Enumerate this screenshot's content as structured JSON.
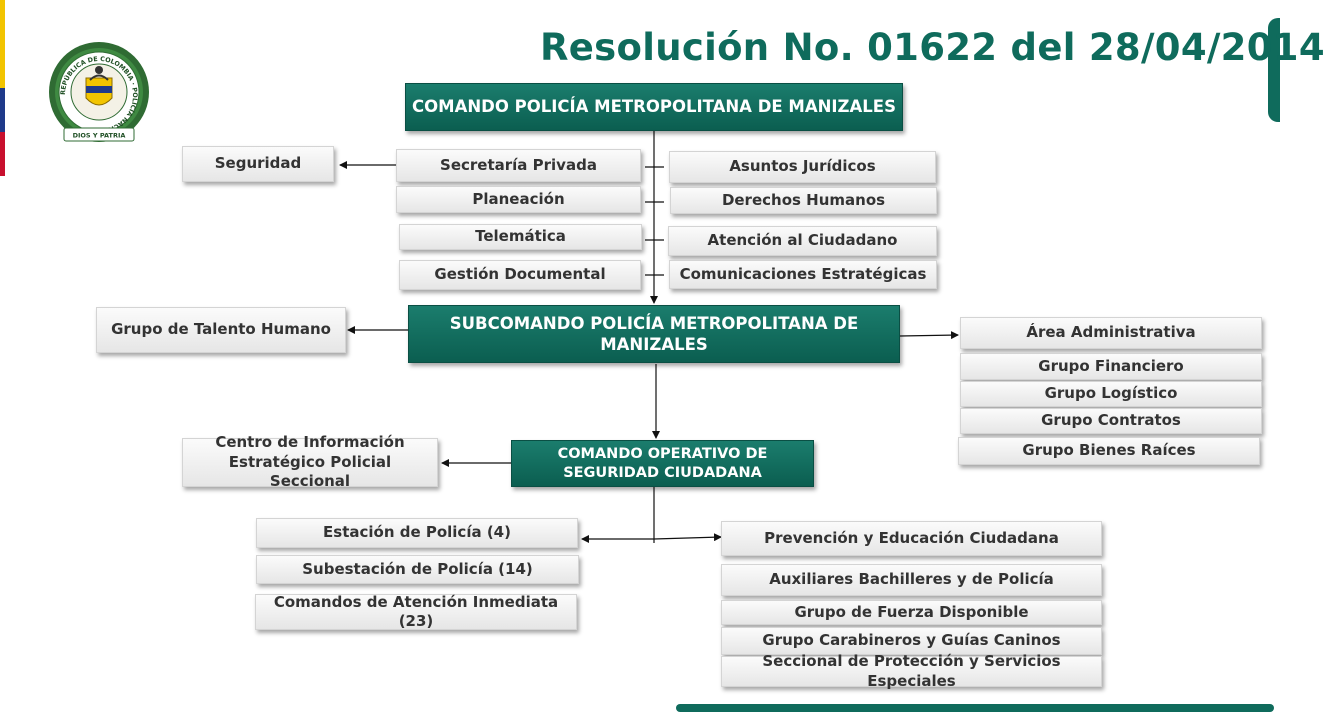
{
  "title": "Resolución No. 01622 del 28/04/2014",
  "seal": {
    "ring_text": "REPÚBLICA DE COLOMBIA · POLICÍA NACIONAL",
    "motto": "DIOS Y PATRIA"
  },
  "command": "COMANDO POLICÍA METROPOLITANA DE MANIZALES",
  "command_left": "Seguridad",
  "command_units_left": [
    "Secretaría Privada",
    "Planeación",
    "Telemática",
    "Gestión Documental"
  ],
  "command_units_right": [
    "Asuntos Jurídicos",
    "Derechos Humanos",
    "Atención al Ciudadano",
    "Comunicaciones Estratégicas"
  ],
  "subcommand": "SUBCOMANDO POLICÍA METROPOLITANA DE MANIZALES",
  "subcommand_left": "Grupo  de Talento Humano",
  "admin_units": [
    "Área Administrativa",
    "Grupo Financiero",
    "Grupo Logístico",
    "Grupo Contratos",
    "Grupo Bienes Raíces"
  ],
  "operative": "COMANDO OPERATIVO DE SEGURIDAD CIUDADANA",
  "operative_left": "Centro de Información Estratégico Policial Seccional",
  "stations": [
    "Estación de Policía (4)",
    "Subestación de Policía (14)",
    "Comandos de Atención Inmediata (23)"
  ],
  "operative_units": [
    "Prevención y Educación Ciudadana",
    "Auxiliares Bachilleres y de Policía",
    "Grupo de Fuerza Disponible",
    "Grupo Carabineros y Guías Caninos",
    "Seccional de Protección y Servicios Especiales"
  ],
  "colors": {
    "primary": "#0f6b5c",
    "accent_yellow": "#f2c400",
    "accent_blue": "#1f3a8a",
    "accent_red": "#c8102e"
  }
}
